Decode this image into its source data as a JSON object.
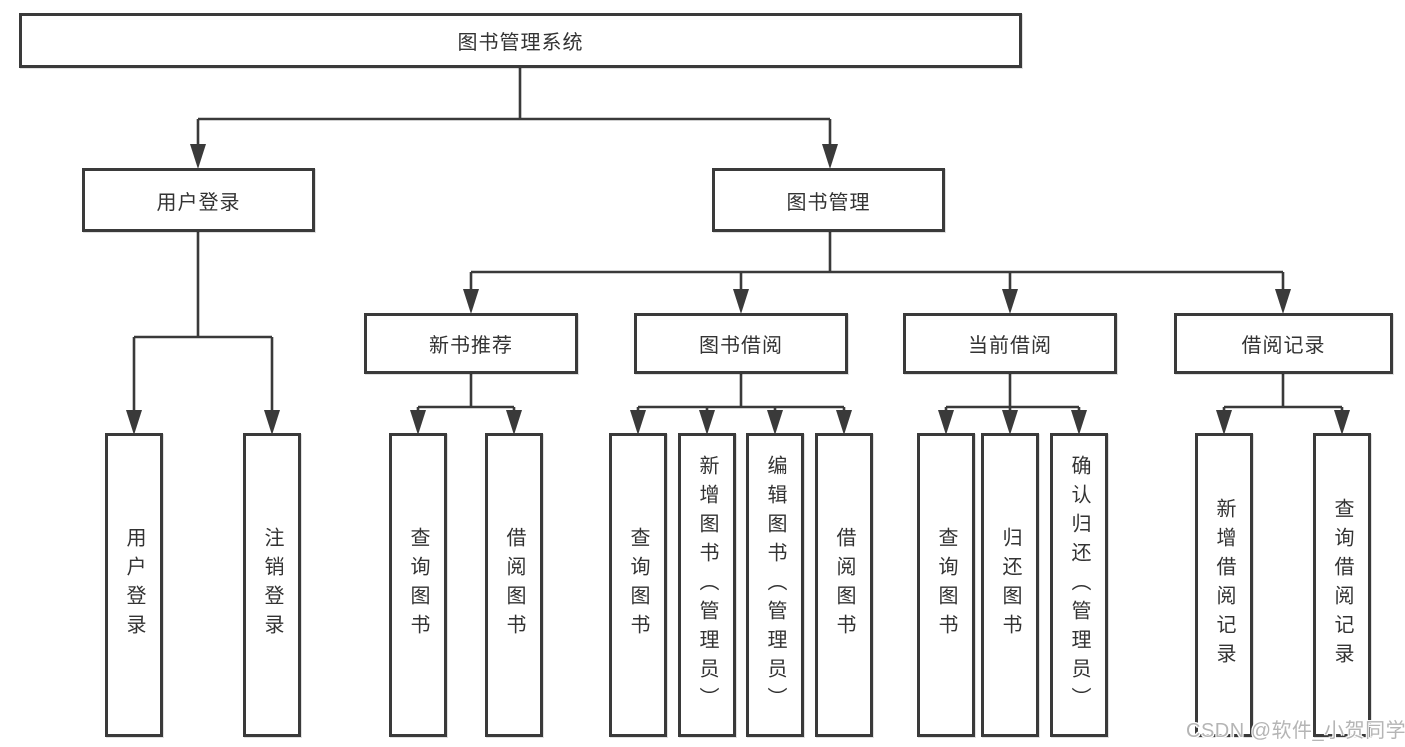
{
  "page": {
    "watermark": "CSDN @软件_小贺同学"
  },
  "colors": {
    "line": "#3a3a3a",
    "text": "#333333",
    "box_bg": "#ffffff",
    "watermark": "#b5b5b5"
  },
  "root": {
    "label": "图书管理系统"
  },
  "branches": [
    {
      "label": "用户登录",
      "children": [
        "用户登录",
        "注销登录"
      ]
    },
    {
      "label": "图书管理",
      "sections": [
        {
          "label": "新书推荐",
          "children": [
            "查询图书",
            "借阅图书"
          ]
        },
        {
          "label": "图书借阅",
          "children": [
            "查询图书",
            "新增图书（管理员）",
            "编辑图书（管理员）",
            "借阅图书"
          ]
        },
        {
          "label": "当前借阅",
          "children": [
            "查询图书",
            "归还图书",
            "确认归还（管理员）"
          ]
        },
        {
          "label": "借阅记录",
          "children": [
            "新增借阅记录",
            "查询借阅记录"
          ]
        }
      ]
    }
  ]
}
